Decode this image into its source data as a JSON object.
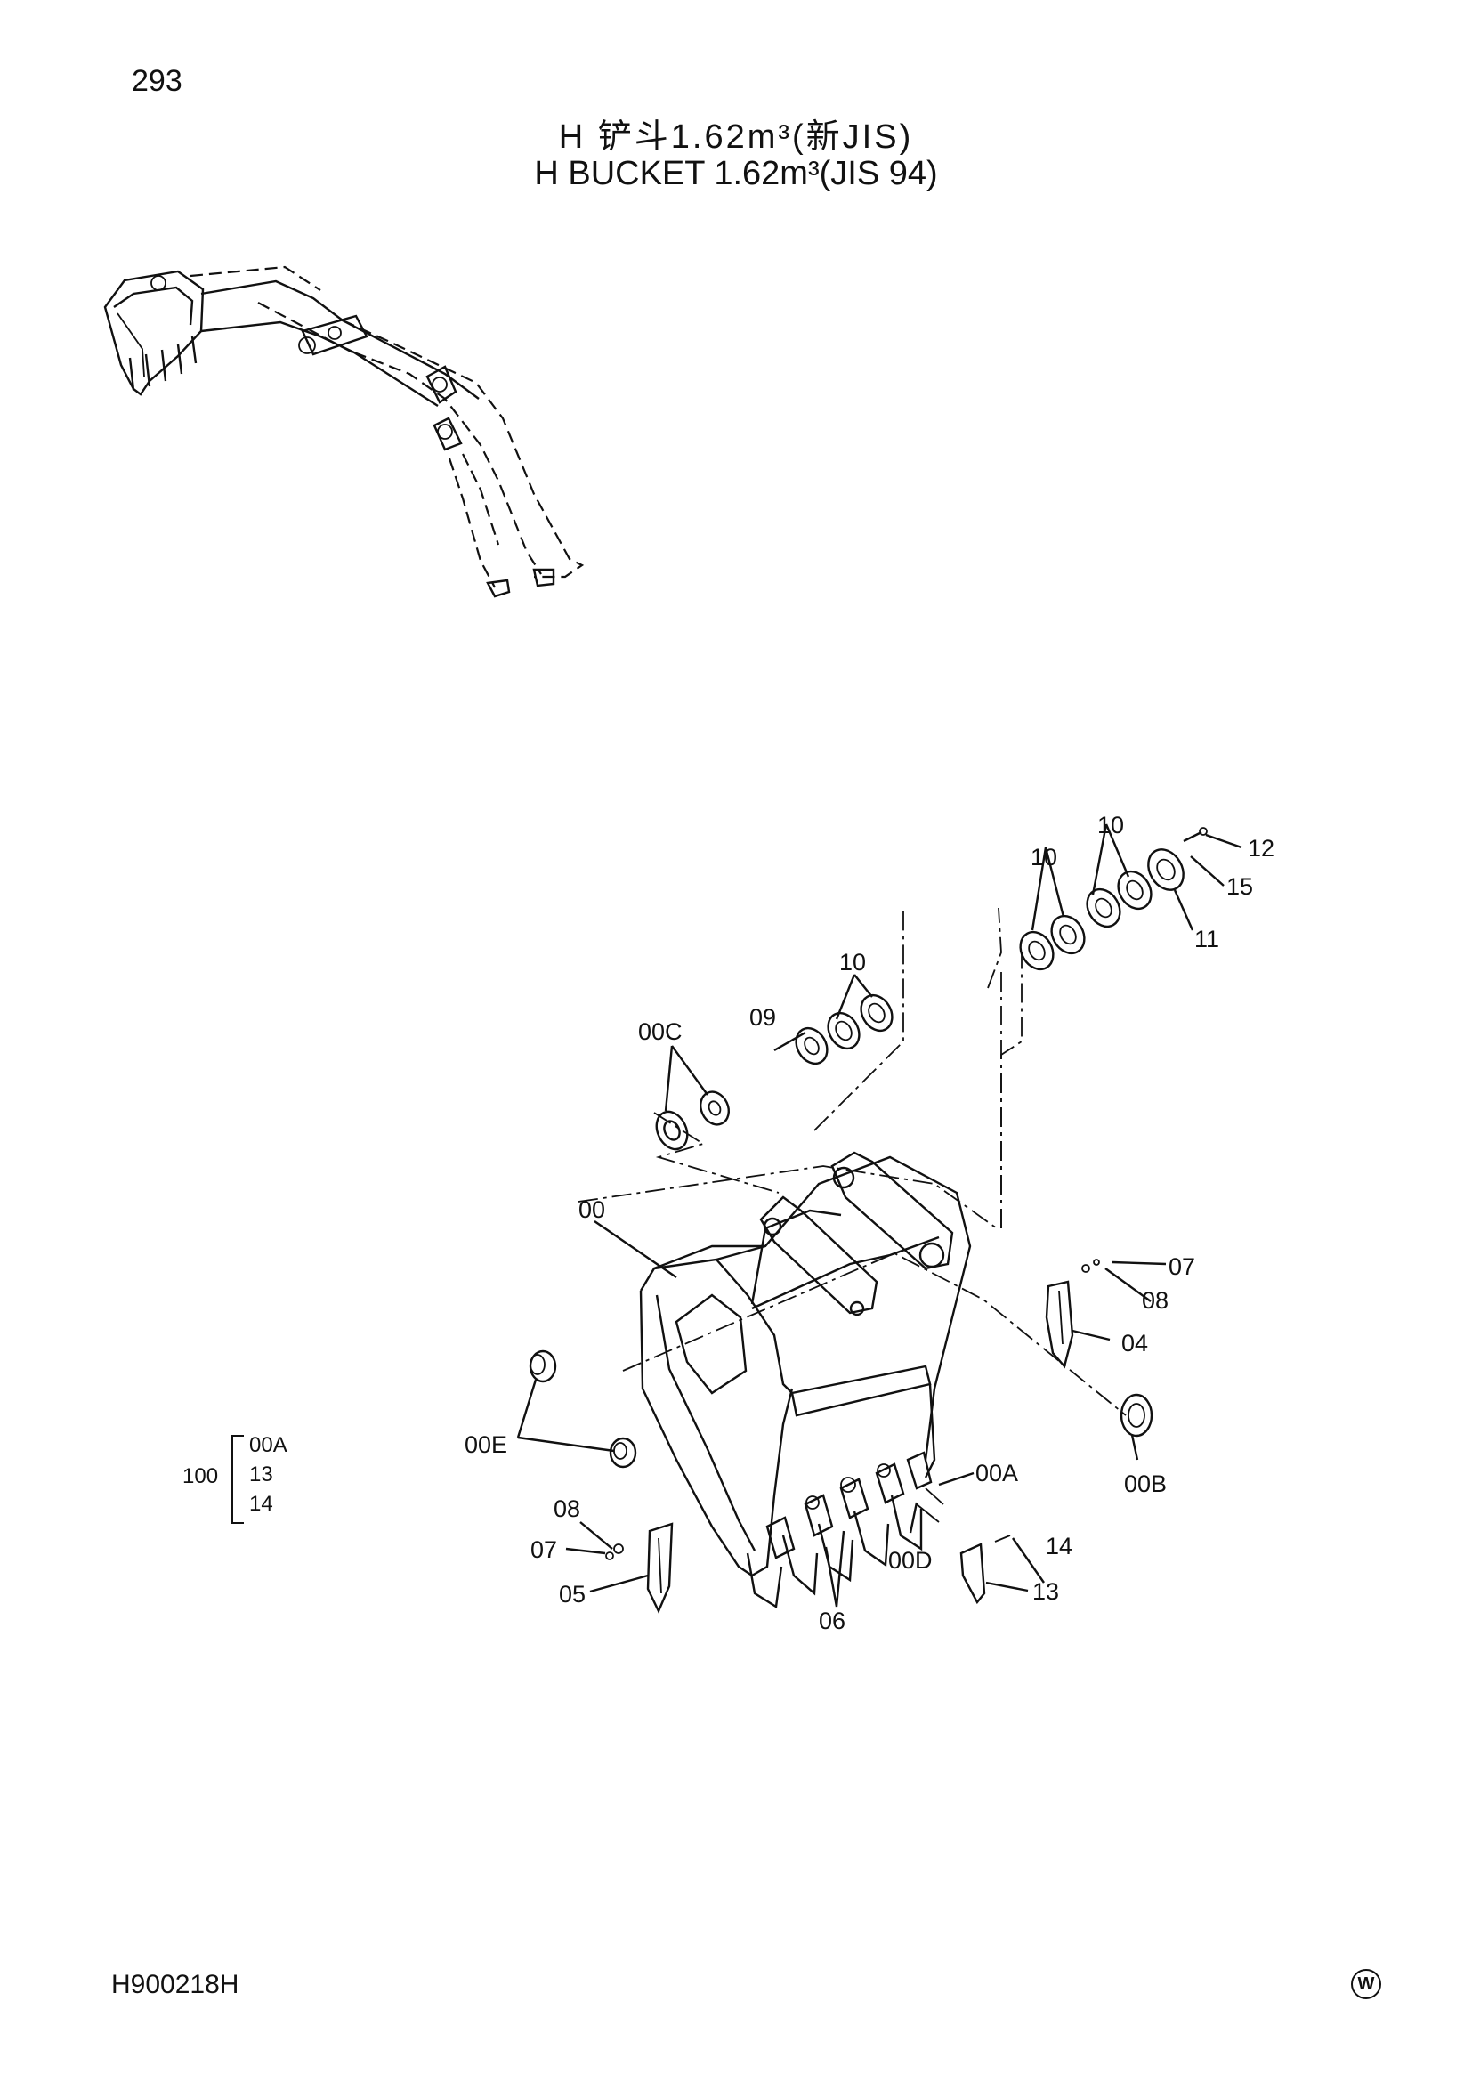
{
  "page_number": "293",
  "title_cn": "H 铲斗1.62m³(新JIS)",
  "title_en": "H  BUCKET  1.62m³(JIS 94)",
  "document_code": "H900218H",
  "footer_mark": "W",
  "callouts": {
    "c00": "00",
    "c00A": "00A",
    "c00B": "00B",
    "c00C": "00C",
    "c00D": "00D",
    "c00E": "00E",
    "c04": "04",
    "c05": "05",
    "c06": "06",
    "c07_right": "07",
    "c07_left": "07",
    "c08_right": "08",
    "c08_left": "08",
    "c09": "09",
    "c10_a": "10",
    "c10_b": "10",
    "c10_c": "10",
    "c11": "11",
    "c12": "12",
    "c13": "13",
    "c14": "14",
    "c15": "15"
  },
  "kit_legend": {
    "assembly": "100",
    "items": [
      "00A",
      "13",
      "14"
    ]
  }
}
